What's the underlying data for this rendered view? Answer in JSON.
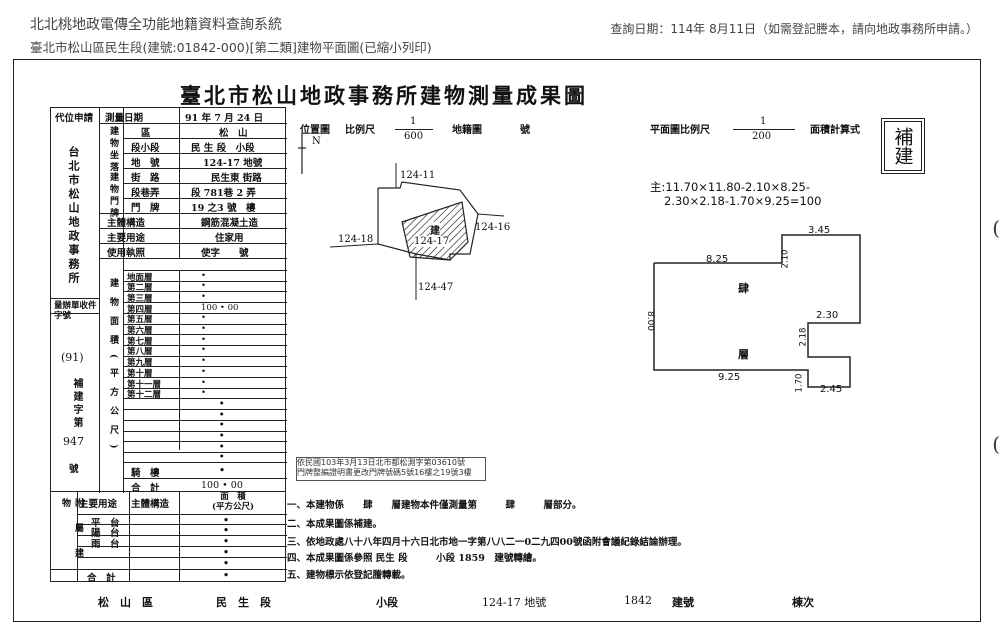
{
  "header": {
    "title": "北北桃地政電傳全功能地籍資料查詢系統",
    "subtitle": "臺北市松山區民生段(建號:01842-000)[第二類]建物平面圖(已縮小列印)",
    "query_date": "查詢日期：114年 8月11日（如需登記謄本，請向地政事務所申請。）"
  },
  "document": {
    "title": "臺北市松山地政事務所建物測量成果圖",
    "stamp": "補建"
  },
  "left_table": {
    "applicant_label": "代位申請",
    "office_name": "台北市松山地政事務所",
    "survey_date_label": "測量日期",
    "survey_date": "91 年 7 月 24 日",
    "district_label": "區",
    "district": "松　山",
    "section_label": "段小段",
    "section": "民 生 段　小段",
    "parcel_label": "地　號",
    "parcel": "124-17 地號",
    "street_label": "街　路",
    "street": "民生東 街路",
    "lane_label": "段巷弄",
    "lane": "段 781巷 2 弄",
    "number_label": "門　牌",
    "number": "19 之3 號　樓",
    "location_group": "建物坐落",
    "door_group": "建物門牌",
    "structure_label": "主體構造",
    "structure": "鋼筋混凝土造",
    "use_label": "主要用途",
    "use": "住家用",
    "license_label": "使用執照",
    "license": "使字　　號",
    "receipt_label": "量辦單收件字號",
    "receipt_year": "(91)",
    "receipt_word": "補建字第",
    "receipt_no": "947",
    "receipt_suffix": "號",
    "area_group": "建物面積(平方公尺)",
    "floors": [
      "地面層",
      "第二層",
      "第三層",
      "第四層",
      "第五層",
      "第六層",
      "第七層",
      "第八層",
      "第九層",
      "第十層",
      "第十一層",
      "第十二層"
    ],
    "floor_values": [
      "•",
      "•",
      "•",
      "100 • 00",
      "•",
      "•",
      "•",
      "•",
      "•",
      "•",
      "•",
      "•"
    ],
    "extra_dots": [
      "•",
      "•",
      "•",
      "•",
      "•",
      "•"
    ],
    "balcony_label": "騎　樓",
    "balcony_value": "•",
    "total_label": "合　計",
    "total_value": "100 • 00"
  },
  "attached": {
    "group": "附屬建物",
    "col1": "主要用途",
    "col2": "主體構造",
    "col3": "面　積\n(平方公尺)",
    "rows": [
      {
        "use": "平　台",
        "value": "•"
      },
      {
        "use": "陽　台",
        "value": "•"
      },
      {
        "use": "雨　台",
        "value": "•"
      },
      {
        "use": "",
        "value": "•"
      },
      {
        "use": "",
        "value": "•"
      }
    ],
    "total_label": "合　計",
    "total_value": "•"
  },
  "location_map": {
    "label": "位置圖",
    "scale_label": "比例尺",
    "scale_num": "1",
    "scale_den": "600",
    "cadastral_label": "地籍圖",
    "sheet_label": "號",
    "north": "N",
    "parcel_top": "124-11",
    "parcel_left": "124-18",
    "parcel_right": "124-16",
    "parcel_bottom": "124-47",
    "parcel_center": "124-17",
    "building_mark": "建",
    "citation_1": "依民國103年3月13日北市都松測字第03610號",
    "citation_2": "門牌整編證明書更改門牌號碼5號16樓之19號3樓"
  },
  "plan": {
    "label": "平面圖比例尺",
    "scale_num": "1",
    "scale_den": "200",
    "calc_label": "面積計算式",
    "formula_1": "主:11.70×11.80-2.10×8.25-",
    "formula_2": "2.30×2.18-1.70×9.25=100",
    "dims": {
      "top_right": "3.45",
      "top_left": "8.25",
      "notch_v": "2.10",
      "left_v": "8.00",
      "mid_h": "2.30",
      "mid_v": "2.18",
      "bottom_left": "9.25",
      "bottom_v": "1.70",
      "bottom_right": "2.45"
    },
    "room_1": "肆",
    "room_2": "層"
  },
  "notes": [
    "一、本建物係　　肆　　層建物本件僅測量第　　　肆　　　層部分。",
    "二、本成果圖係補建。",
    "三、依地政處八十八年四月十六日北市地一字第八八二一0二九四00號函附會議紀錄結論辦理。",
    "四、本成果圖係參照 民生 段　　　小段 1859　建號轉繪。",
    "五、建物標示依登記謄轉載。"
  ],
  "footer": {
    "district": "松　山　區",
    "section": "民　生　段",
    "subsection": "小段",
    "parcel": "124-17 地號",
    "building_no": "1842",
    "building_label": "建號",
    "page": "棟次"
  },
  "side_marks": [
    "(",
    "("
  ]
}
